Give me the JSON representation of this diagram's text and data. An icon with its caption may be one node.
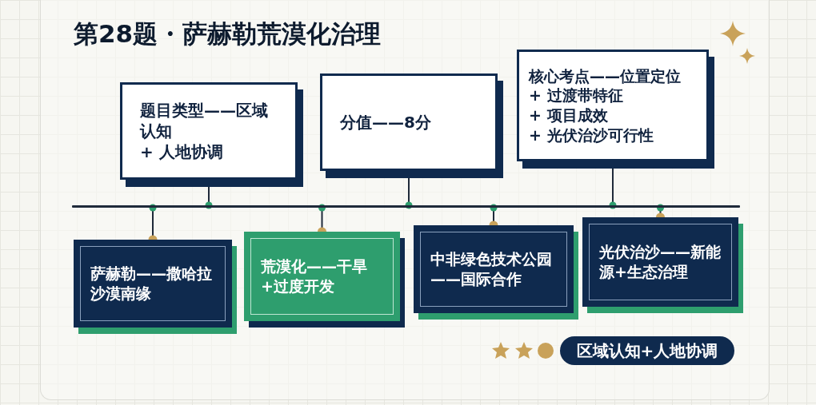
{
  "diagram": {
    "title": "第28题・萨赫勒荒漠化治理",
    "nodes": [
      {
        "text": [
          "题目类型——区域认知",
          "+ 人地协调"
        ]
      },
      {
        "text": [
          "分值——8分"
        ]
      },
      {
        "text": [
          "核心考点——位置定位",
          "+ 过渡带特征",
          "+ 项目成效",
          "+ 光伏治沙可行性"
        ]
      },
      {
        "text": [
          "萨赫勒——撒哈拉沙漠南缘"
        ]
      },
      {
        "text": [
          "荒漠化——干旱+过度开发"
        ]
      },
      {
        "text": [
          "中非绿色技术公园——国际合作"
        ]
      },
      {
        "text": [
          "光伏治沙——新能源+生态治理"
        ]
      },
      {
        "text": [],
        "shape": "bar"
      },
      {
        "text": [
          "区域认知+人地协调"
        ]
      }
    ],
    "edges": [
      {
        "from": 0,
        "to": 7,
        "arrow": "other"
      },
      {
        "from": 1,
        "to": 7,
        "arrow": "other"
      },
      {
        "from": 2,
        "to": 7,
        "arrow": "other"
      },
      {
        "from": 3,
        "to": 7,
        "arrow": "other"
      },
      {
        "from": 4,
        "to": 7,
        "arrow": "other"
      },
      {
        "from": 5,
        "to": 7,
        "arrow": "other"
      },
      {
        "from": 6,
        "to": 7,
        "arrow": "other"
      }
    ]
  }
}
